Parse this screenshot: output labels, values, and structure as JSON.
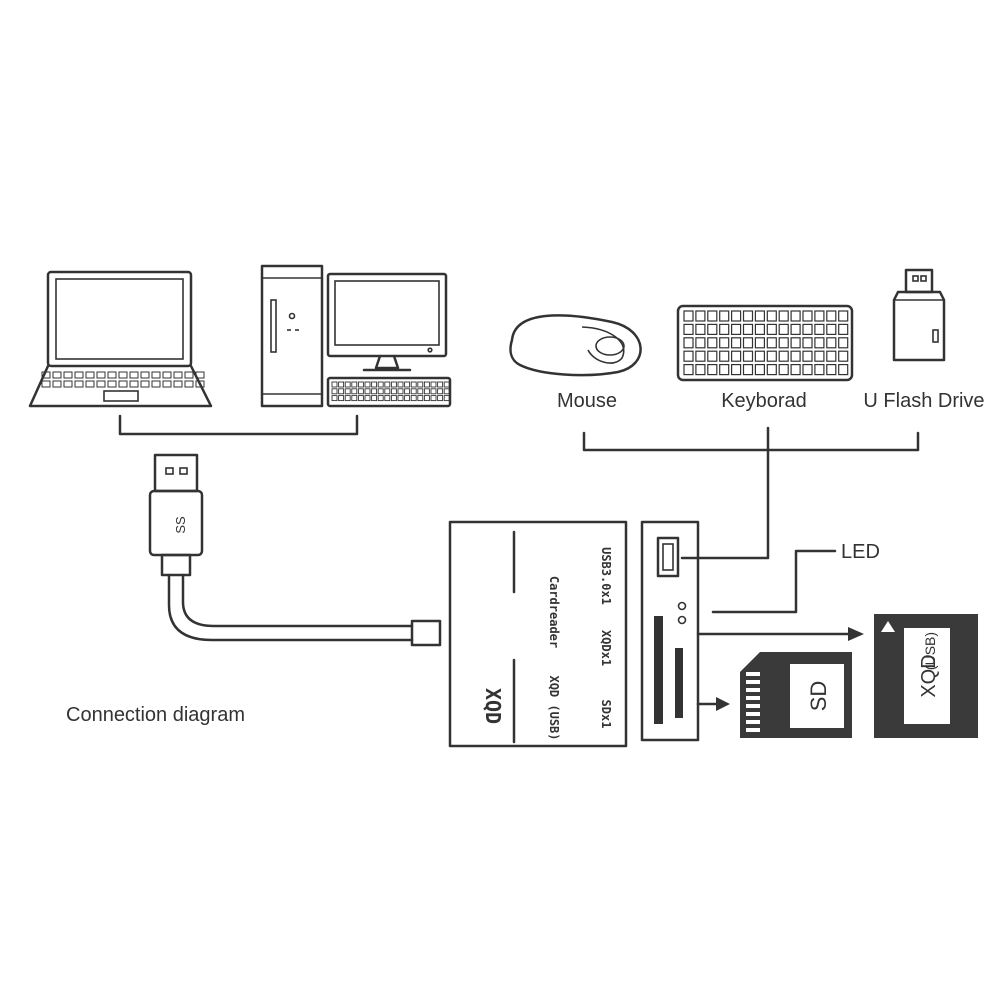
{
  "labels": {
    "mouse": "Mouse",
    "keyboard": "Keyborad",
    "flash_drive": "U Flash Drive",
    "led": "LED",
    "caption": "Connection diagram"
  },
  "device": {
    "brand": "XQD",
    "model": "XQD (USB)",
    "product": "Cardreader",
    "port_usb": "USB3.0x1",
    "port_xqd": "XQDx1",
    "port_sd": "SDx1"
  },
  "plug": {
    "logo": "SS"
  },
  "cards": {
    "sd": "SD",
    "xqd_brand": "XQD",
    "xqd_sub": "(USB)"
  },
  "colors": {
    "line": "#333333",
    "card": "#3a3a3a",
    "background": "#ffffff"
  }
}
